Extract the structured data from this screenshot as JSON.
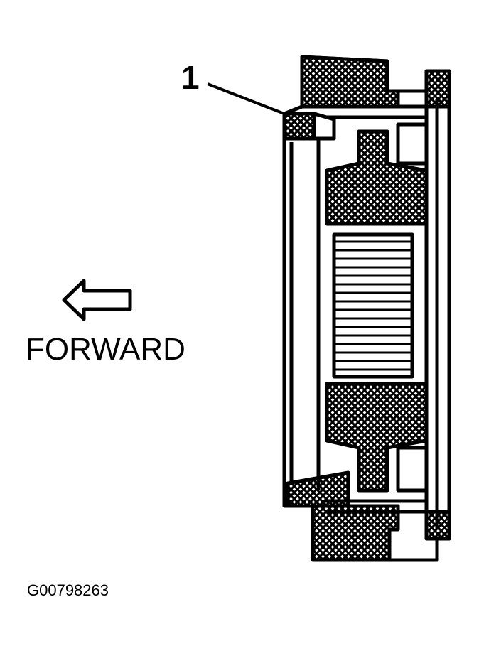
{
  "callout": {
    "label": "1"
  },
  "direction": {
    "label": "FORWARD"
  },
  "figure": {
    "id": "G00798263"
  },
  "colors": {
    "ink": "#000000",
    "paper": "#ffffff"
  },
  "icons": [
    "forward-arrow-icon",
    "hatched-component-drawing"
  ]
}
